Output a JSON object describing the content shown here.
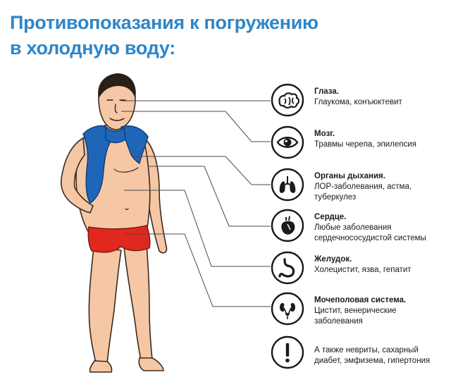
{
  "title": {
    "line1": "Противопоказания к погружению",
    "line2": "в холодную воду:"
  },
  "colors": {
    "title": "#2f86c9",
    "towel": "#1f66b8",
    "swimwear": "#e0281e",
    "skin": "#f6c7a5",
    "icon_stroke": "#1a1a1a"
  },
  "items": [
    {
      "icon": "brain-icon",
      "heading": "Глаза.",
      "desc": "Глаукома, конъюктевит"
    },
    {
      "icon": "eye-icon",
      "heading": "Мозг.",
      "desc": "Травмы черепа,  эпилепсия"
    },
    {
      "icon": "lungs-icon",
      "heading": "Органы дыхания.",
      "desc": "ЛОР-заболевания, астма, туберкулез"
    },
    {
      "icon": "heart-icon",
      "heading": "Сердце.",
      "desc": "Любые заболевания\nсердечнососудистой системы"
    },
    {
      "icon": "stomach-icon",
      "heading": "Желудок.",
      "desc": "Холецистит, язва, гепатит"
    },
    {
      "icon": "kidneys-icon",
      "heading": "Мочеполовая система.",
      "desc": "Цистит, венерические\nзаболевания"
    },
    {
      "icon": "exclamation-icon",
      "heading": "",
      "desc": "А также невриты, сахарный\nдиабет, эмфизема, гипертония"
    }
  ]
}
